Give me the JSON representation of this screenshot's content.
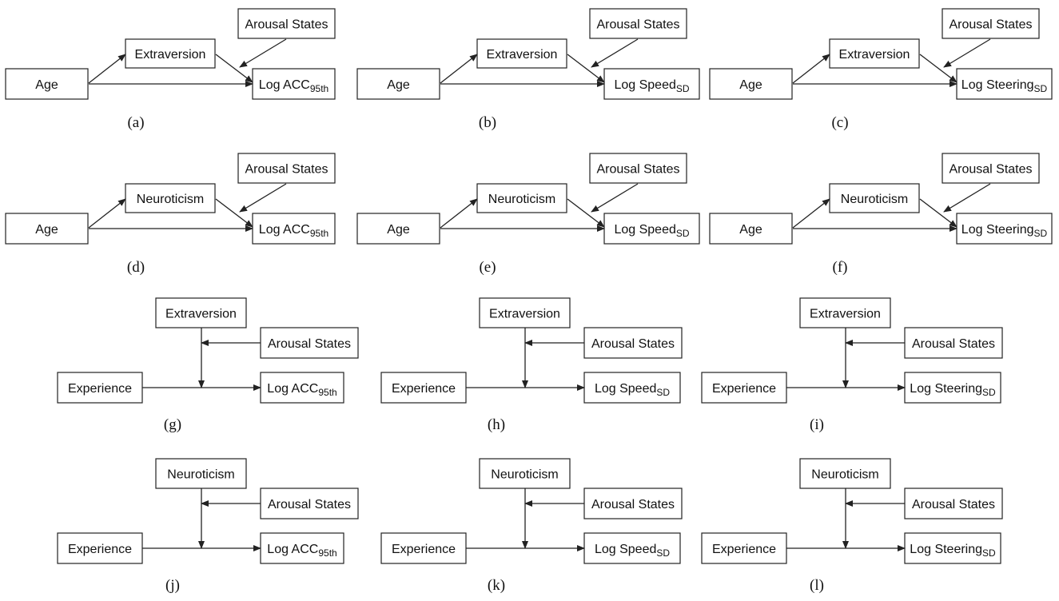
{
  "panels": [
    {
      "caption": "(a)",
      "type": "mediation",
      "predictor": "Age",
      "mediator": "Extraversion",
      "moderator": "Arousal States",
      "outcome": {
        "main": "Log ACC",
        "sub": "95th"
      }
    },
    {
      "caption": "(b)",
      "type": "mediation",
      "predictor": "Age",
      "mediator": "Extraversion",
      "moderator": "Arousal States",
      "outcome": {
        "main": "Log Speed",
        "sub": "SD"
      }
    },
    {
      "caption": "(c)",
      "type": "mediation",
      "predictor": "Age",
      "mediator": "Extraversion",
      "moderator": "Arousal States",
      "outcome": {
        "main": "Log Steering",
        "sub": "SD"
      }
    },
    {
      "caption": "(d)",
      "type": "mediation",
      "predictor": "Age",
      "mediator": "Neuroticism",
      "moderator": "Arousal States",
      "outcome": {
        "main": "Log ACC",
        "sub": "95th"
      }
    },
    {
      "caption": "(e)",
      "type": "mediation",
      "predictor": "Age",
      "mediator": "Neuroticism",
      "moderator": "Arousal States",
      "outcome": {
        "main": "Log Speed",
        "sub": "SD"
      }
    },
    {
      "caption": "(f)",
      "type": "mediation",
      "predictor": "Age",
      "mediator": "Neuroticism",
      "moderator": "Arousal States",
      "outcome": {
        "main": "Log Steering",
        "sub": "SD"
      }
    },
    {
      "caption": "(g)",
      "type": "moderation",
      "predictor": "Experience",
      "mediator": "Extraversion",
      "moderator": "Arousal States",
      "outcome": {
        "main": "Log ACC",
        "sub": "95th"
      }
    },
    {
      "caption": "(h)",
      "type": "moderation",
      "predictor": "Experience",
      "mediator": "Extraversion",
      "moderator": "Arousal States",
      "outcome": {
        "main": "Log Speed",
        "sub": "SD"
      }
    },
    {
      "caption": "(i)",
      "type": "moderation",
      "predictor": "Experience",
      "mediator": "Extraversion",
      "moderator": "Arousal States",
      "outcome": {
        "main": "Log Steering",
        "sub": "SD"
      }
    },
    {
      "caption": "(j)",
      "type": "moderation",
      "predictor": "Experience",
      "mediator": "Neuroticism",
      "moderator": "Arousal States",
      "outcome": {
        "main": "Log ACC",
        "sub": "95th"
      }
    },
    {
      "caption": "(k)",
      "type": "moderation",
      "predictor": "Experience",
      "mediator": "Neuroticism",
      "moderator": "Arousal States",
      "outcome": {
        "main": "Log Speed",
        "sub": "SD"
      }
    },
    {
      "caption": "(l)",
      "type": "moderation",
      "predictor": "Experience",
      "mediator": "Neuroticism",
      "moderator": "Arousal States",
      "outcome": {
        "main": "Log Steering",
        "sub": "SD"
      }
    }
  ]
}
